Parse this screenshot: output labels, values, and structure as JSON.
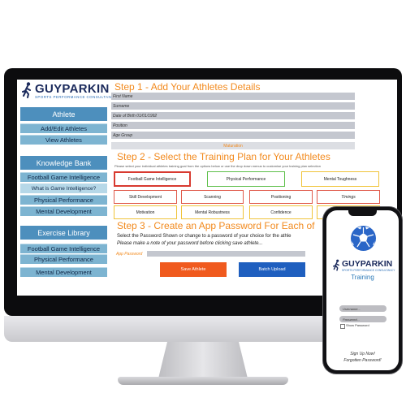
{
  "brand": {
    "name_part1": "GUY",
    "name_part2": "PARKIN",
    "subtitle": "SPORTS PERFORMANCE CONSULTANCY"
  },
  "sidebar": {
    "athlete": {
      "header": "Athlete",
      "items": [
        "Add/Edit Athletes",
        "View Athletes"
      ]
    },
    "knowledge": {
      "header": "Knowledge Bank",
      "items": [
        "Football Game Intelligence",
        "What is Game Intelligence?",
        "Physical Performance",
        "Mental Development"
      ]
    },
    "exercise": {
      "header": "Exercise Library",
      "items": [
        "Football Game Intelligence",
        "Physical Performance",
        "Mental Development"
      ]
    }
  },
  "step1": {
    "title": "Step 1 - Add Your Athletes Details",
    "fields": [
      "First Name",
      "Surname",
      "Date of Birth 01/01/1992",
      "Position",
      "Age Group"
    ],
    "maturation": "Maturation"
  },
  "step2": {
    "title": "Step 2 - Select the Training Plan for Your Athletes",
    "note": "Please select your individual athletes training goal from the options below or use the drop down menus to customise your training plan selection",
    "row1": [
      "Football Game Intelligence",
      "Physical Performance",
      "Mental Toughness"
    ],
    "row2": [
      "Skill Development",
      "Scanning",
      "Positioning",
      "Timings"
    ],
    "row3": [
      "Motivation",
      "Mental Robustness",
      "Confidence"
    ]
  },
  "step3": {
    "title": "Step 3 - Create an App Password For Each of",
    "line1": "Select the Password Shown or change to a password of your choice for the athle",
    "line2": "Please make a note of your password before clicking save athlete...",
    "password_label": "App Password",
    "save_button": "Save Athlete",
    "batch_button": "Batch Upload"
  },
  "phone": {
    "brand_part1": "GUY",
    "brand_part2": "PARKIN",
    "brand_sub": "SPORTS PERFORMANCE CONSULTANCY",
    "title": "Training",
    "username_placeholder": "Username...",
    "password_placeholder": "Password...",
    "show_password": "Show Password",
    "signup": "Sign Up Now!",
    "forgotten": "Forgotten Password!"
  },
  "colors": {
    "accent_orange": "#f28a1e",
    "nav_blue": "#4d8fbd",
    "nav_light": "#7db4d1",
    "brand_navy": "#1b2a5c",
    "save_orange": "#f05a1e",
    "batch_blue": "#1f5fbf"
  }
}
